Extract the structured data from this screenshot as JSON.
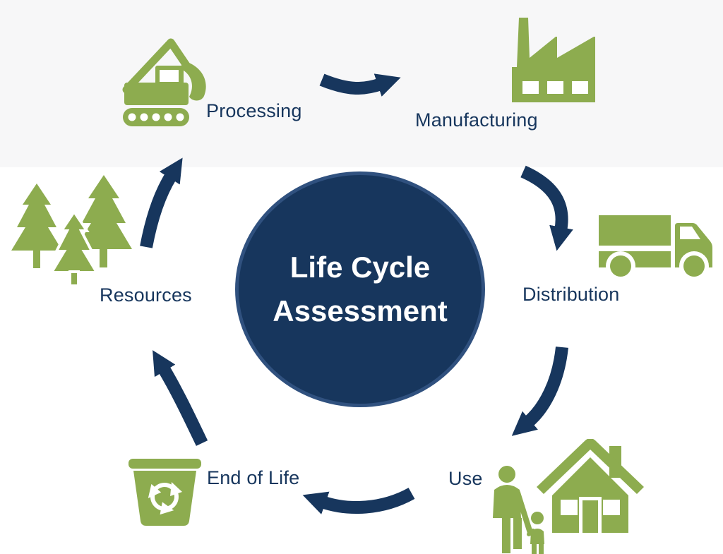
{
  "diagram": {
    "center": {
      "line1": "Life Cycle",
      "line2": "Assessment"
    },
    "stages": [
      {
        "name": "processing",
        "label": "Processing",
        "icon": "excavator-icon"
      },
      {
        "name": "manufacturing",
        "label": "Manufacturing",
        "icon": "factory-icon"
      },
      {
        "name": "distribution",
        "label": "Distribution",
        "icon": "truck-icon"
      },
      {
        "name": "use",
        "label": "Use",
        "icon": "family-and-house-icon"
      },
      {
        "name": "end-of-life",
        "label": "End of Life",
        "icon": "recycling-bin-icon"
      },
      {
        "name": "resources",
        "label": "Resources",
        "icon": "pine-trees-icon"
      }
    ],
    "arrows": [
      "processing-to-manufacturing",
      "manufacturing-to-distribution",
      "distribution-to-use",
      "use-to-end-of-life",
      "end-of-life-to-resources",
      "resources-to-processing"
    ],
    "colors": {
      "navy": "#17365d",
      "green": "#8dac4f",
      "circle_fill": "#17365d",
      "circle_border": "#30517f",
      "band": "#f7f7f8",
      "text_light": "#ffffff"
    }
  }
}
